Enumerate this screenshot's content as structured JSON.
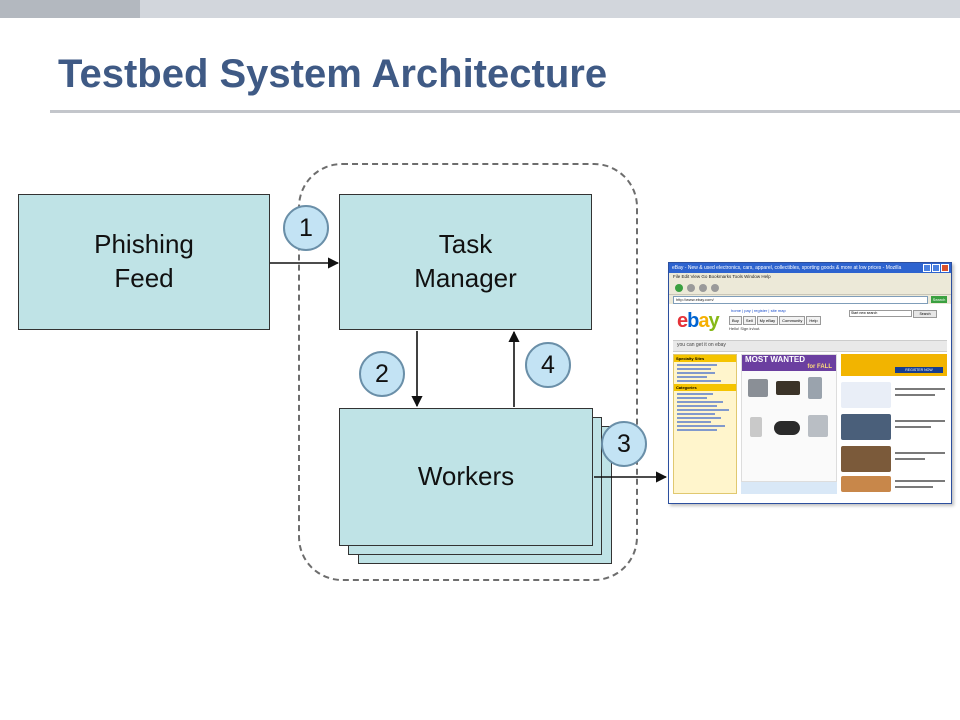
{
  "slide": {
    "title": "Testbed System Architecture"
  },
  "diagram": {
    "nodes": {
      "phishing_feed": "Phishing\nFeed",
      "task_manager": "Task\nManager",
      "workers": "Workers"
    },
    "steps": [
      "1",
      "2",
      "3",
      "4"
    ],
    "edges": [
      {
        "from": "phishing_feed",
        "to": "task_manager",
        "step": "1"
      },
      {
        "from": "task_manager",
        "to": "workers",
        "step": "2"
      },
      {
        "from": "workers",
        "to": "browser_screenshot",
        "step": "3"
      },
      {
        "from": "workers",
        "to": "task_manager",
        "step": "4"
      }
    ],
    "colors": {
      "node_fill": "#bfe3e6",
      "badge_fill": "#c3e3f4",
      "title": "#3f5a85"
    }
  },
  "browser": {
    "window_title": "eBay - New & used electronics, cars, apparel, collectibles, sporting goods & more at low prices - Mozilla",
    "menu": "File  Edit  View  Go  Bookmarks  Tools  Window  Help",
    "address": "http://www.ebay.com/",
    "go_label": "Search",
    "logo": [
      "e",
      "b",
      "a",
      "y"
    ],
    "top_links": "home | pay | register | site map",
    "tabs": [
      "Buy",
      "Sell",
      "My eBay",
      "Community",
      "Help"
    ],
    "search_placeholder": "Start new search",
    "search_button": "Search",
    "hello": "Hello! Sign in/out.",
    "tagline": "you can get it on ebay",
    "left_header_1": "Specialty Sites",
    "left_header_2": "Categories",
    "banner_main": "MOST WANTED",
    "banner_sub": "for FALL",
    "promo_button": "REGISTER NOW"
  }
}
